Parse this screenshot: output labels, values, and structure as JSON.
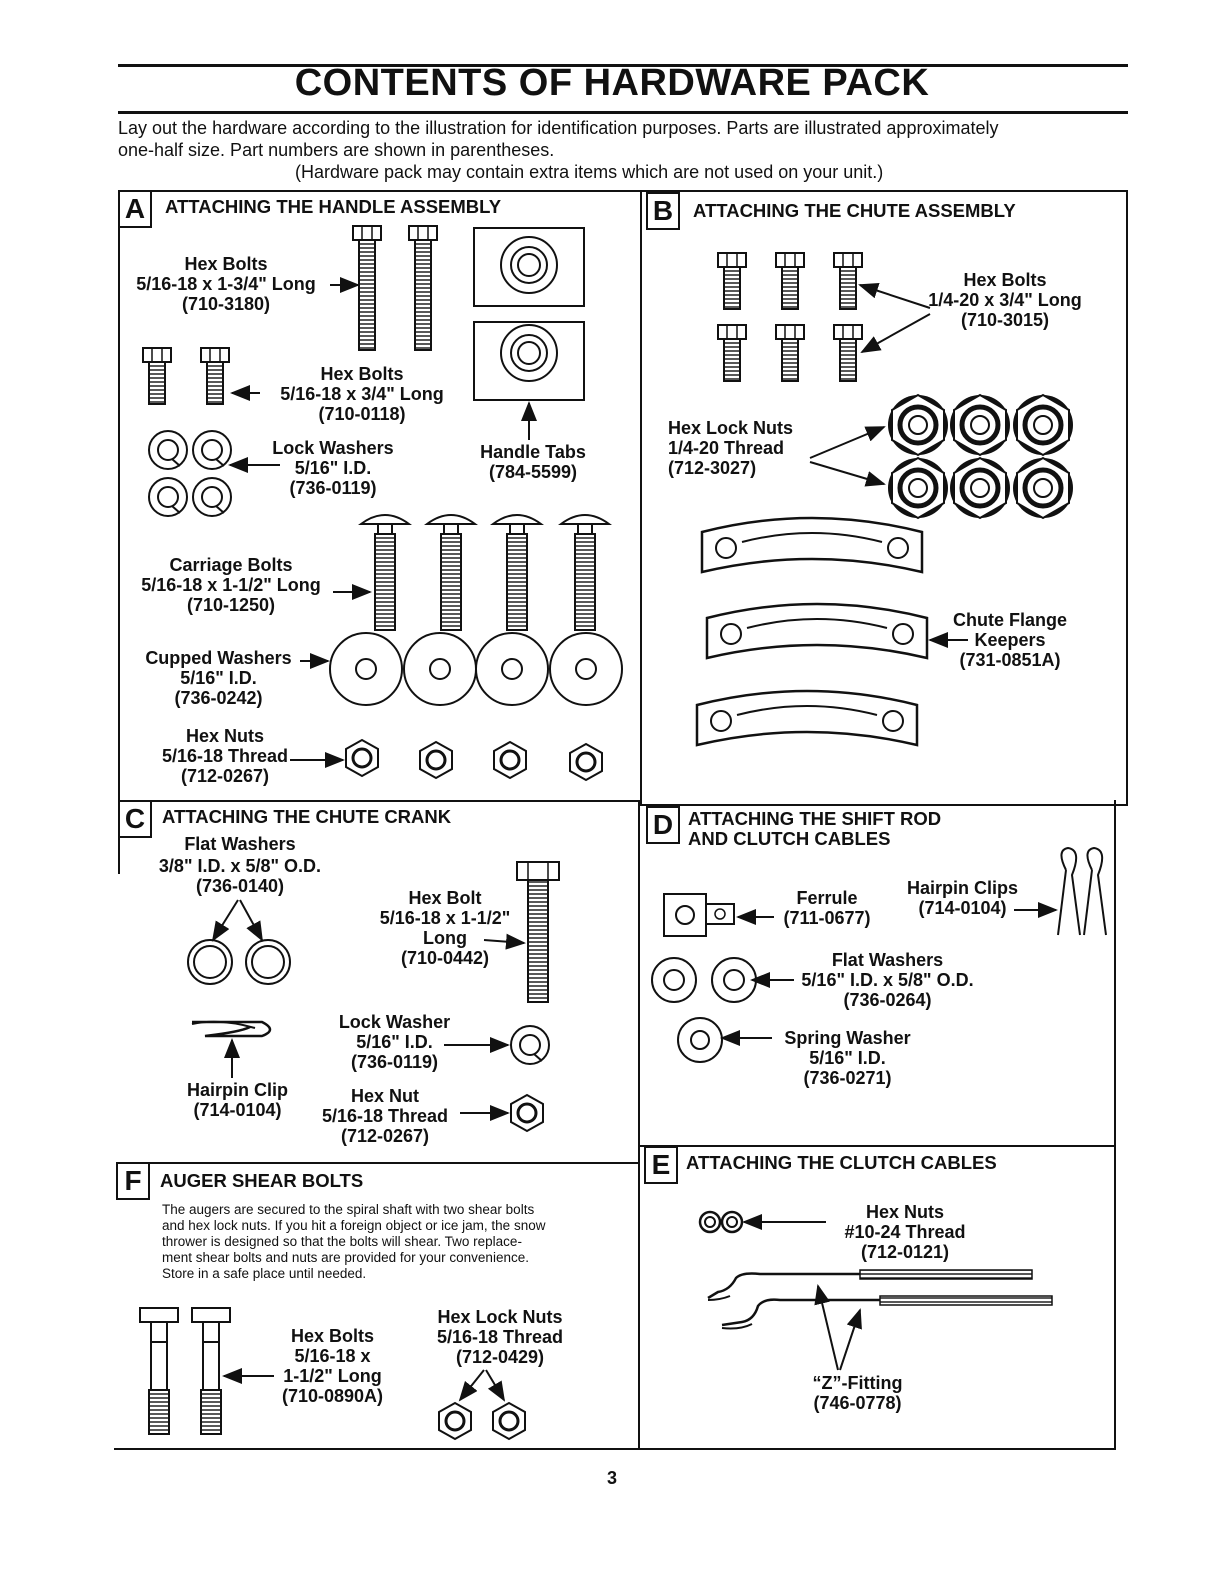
{
  "page": {
    "title": "CONTENTS OF HARDWARE PACK",
    "intro_line1": "Lay out the hardware according to the illustration for identification purposes. Parts are illustrated approximately",
    "intro_line2": "one-half size. Part numbers are shown in parentheses.",
    "intro_line3": "(Hardware pack may contain extra items which are not used on your unit.)",
    "page_number": "3"
  },
  "sections": {
    "A": {
      "letter": "A",
      "heading": "ATTACHING THE HANDLE ASSEMBLY",
      "hex_bolts_long": [
        "Hex Bolts",
        "5/16-18 x 1-3/4\" Long",
        "(710-3180)"
      ],
      "hex_bolts_short": [
        "Hex Bolts",
        "5/16-18 x 3/4\" Long",
        "(710-0118)"
      ],
      "lock_washers": [
        "Lock Washers",
        "5/16\" I.D.",
        "(736-0119)"
      ],
      "handle_tabs": [
        "Handle Tabs",
        "(784-5599)"
      ],
      "carriage_bolts": [
        "Carriage Bolts",
        "5/16-18 x 1-1/2\" Long",
        "(710-1250)"
      ],
      "cupped_washers": [
        "Cupped Washers",
        "5/16\" I.D.",
        "(736-0242)"
      ],
      "hex_nuts": [
        "Hex Nuts",
        "5/16-18 Thread",
        "(712-0267)"
      ]
    },
    "B": {
      "letter": "B",
      "heading": "ATTACHING THE CHUTE ASSEMBLY",
      "hex_bolts": [
        "Hex Bolts",
        "1/4-20 x 3/4\" Long",
        "(710-3015)"
      ],
      "hex_lock_nuts": [
        "Hex Lock Nuts",
        "1/4-20 Thread",
        "(712-3027)"
      ],
      "chute_flange": [
        "Chute Flange",
        "Keepers",
        "(731-0851A)"
      ]
    },
    "C": {
      "letter": "C",
      "heading": "ATTACHING THE CHUTE CRANK",
      "flat_washers": [
        "Flat Washers",
        "3/8\" I.D. x 5/8\" O.D.",
        "(736-0140)"
      ],
      "hex_bolt": [
        "Hex Bolt",
        "5/16-18 x 1-1/2\"",
        "Long",
        "(710-0442)"
      ],
      "lock_washer": [
        "Lock Washer",
        "5/16\" I.D.",
        "(736-0119)"
      ],
      "hairpin_clip": [
        "Hairpin Clip",
        "(714-0104)"
      ],
      "hex_nut": [
        "Hex Nut",
        "5/16-18 Thread",
        "(712-0267)"
      ]
    },
    "D": {
      "letter": "D",
      "heading_line1": "ATTACHING THE SHIFT ROD",
      "heading_line2": "AND CLUTCH CABLES",
      "ferrule": [
        "Ferrule",
        "(711-0677)"
      ],
      "hairpin_clips": [
        "Hairpin Clips",
        "(714-0104)"
      ],
      "flat_washers": [
        "Flat Washers",
        "5/16\" I.D. x 5/8\" O.D.",
        "(736-0264)"
      ],
      "spring_washer": [
        "Spring Washer",
        "5/16\" I.D.",
        "(736-0271)"
      ]
    },
    "E": {
      "letter": "E",
      "heading": "ATTACHING THE CLUTCH CABLES",
      "hex_nuts": [
        "Hex Nuts",
        "#10-24 Thread",
        "(712-0121)"
      ],
      "z_fitting": [
        "“Z”-Fitting",
        "(746-0778)"
      ]
    },
    "F": {
      "letter": "F",
      "heading": "AUGER SHEAR BOLTS",
      "description": [
        "The augers are secured to the spiral shaft with two shear bolts",
        "and hex lock nuts. If you hit a foreign object or ice jam, the snow",
        "thrower is designed so that the bolts will shear. Two replace-",
        "ment shear bolts and nuts are provided for your convenience.",
        "Store in a safe place until needed."
      ],
      "hex_bolts": [
        "Hex Bolts",
        "5/16-18 x",
        "1-1/2\" Long",
        "(710-0890A)"
      ],
      "hex_lock_nuts": [
        "Hex Lock Nuts",
        "5/16-18 Thread",
        "(712-0429)"
      ]
    }
  }
}
